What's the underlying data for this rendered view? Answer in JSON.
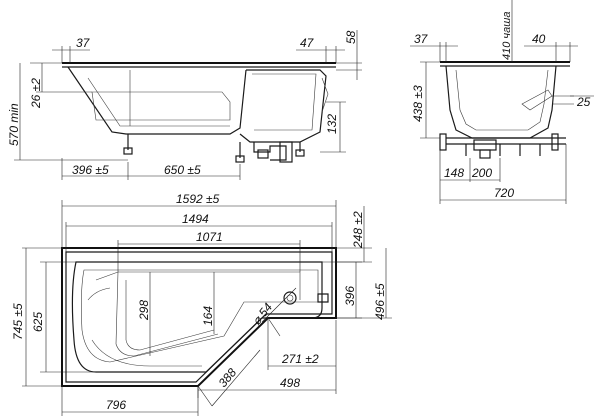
{
  "side_view": {
    "dims": {
      "top_left_lip": "37",
      "top_right_lip": "47",
      "top_right_h": "58",
      "left_depth": "26 ±2",
      "total_height": "570 min",
      "right_height": "132",
      "foot_left": "396 ±5",
      "foot_span": "650 ±5"
    }
  },
  "end_view": {
    "dims": {
      "lip_left": "37",
      "bowl_depth": "410 чаша",
      "lip_right": "40",
      "height": "438 ±3",
      "right_step": "25",
      "foot_a": "148",
      "foot_b": "200",
      "width": "720"
    }
  },
  "plan_view": {
    "dims": {
      "overall_length": "1592 ±5",
      "inner_length": "1494",
      "bowl_length": "1071",
      "end_wall": "248 ±2",
      "overall_width": "745 ±5",
      "inner_width": "625",
      "left_inner": "298",
      "mid_inner": "164",
      "drain_dia": "⌀ 54",
      "right_inner": "396",
      "right_width": "496 ±5",
      "step_small": "271 ±2",
      "bottom_right": "498",
      "diagonal": "388",
      "bottom_left": "796"
    }
  }
}
